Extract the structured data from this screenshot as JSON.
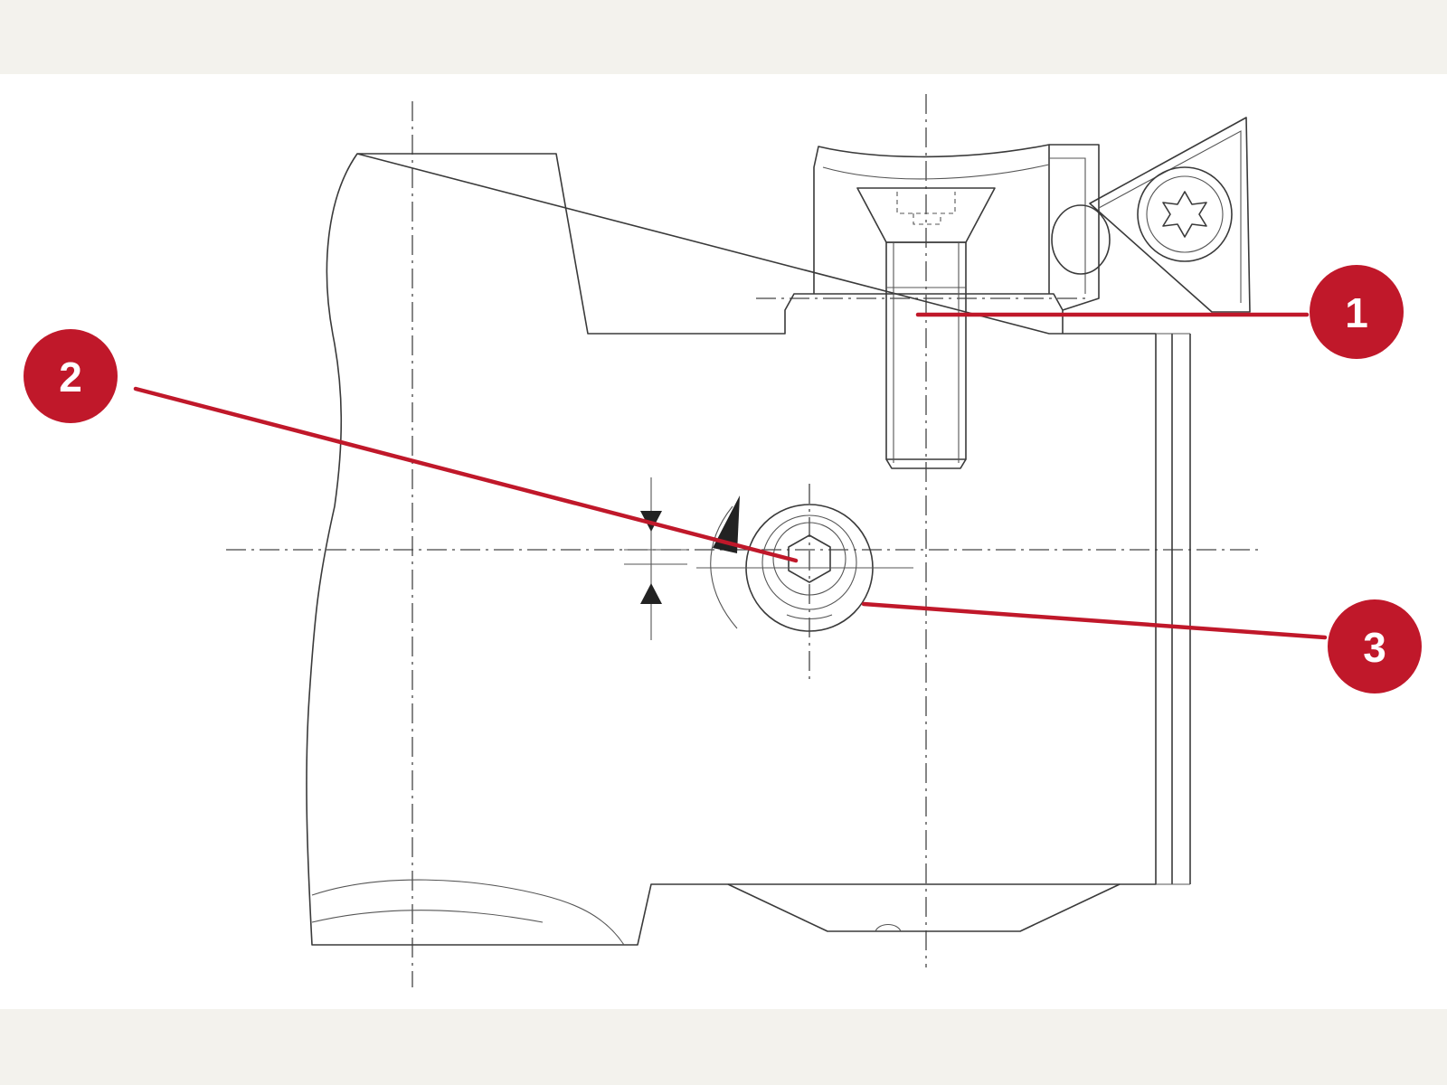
{
  "colors": {
    "background": "#f3f2ed",
    "panel": "#ffffff",
    "ink": "#3a3a3a",
    "callout": "#c0182a",
    "callout_text": "#ffffff",
    "part_fill": "#e9e9e9"
  },
  "callouts": [
    {
      "label": "1"
    },
    {
      "label": "2"
    },
    {
      "label": "3"
    }
  ]
}
